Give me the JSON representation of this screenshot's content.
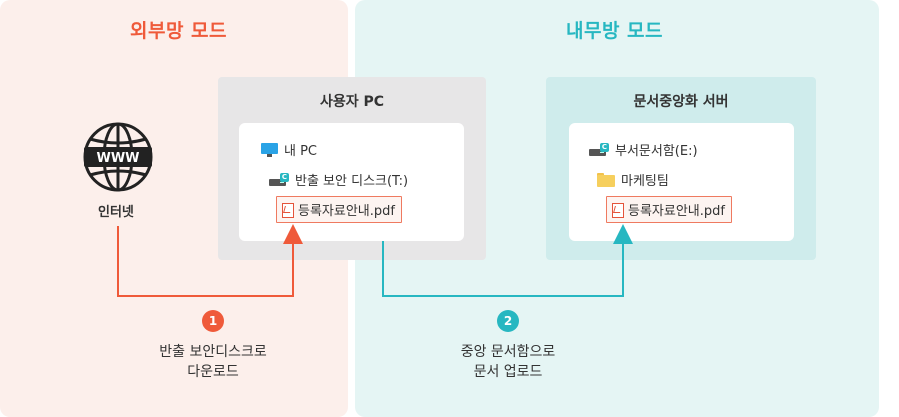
{
  "zones": {
    "external": {
      "title": "외부망 모드",
      "color": "#ef5a3a"
    },
    "internal": {
      "title": "내무방 모드",
      "color": "#27b7c1"
    }
  },
  "internet": {
    "label": "인터넷",
    "globe_text": "WWW"
  },
  "user_pc": {
    "title": "사용자 PC",
    "items": [
      {
        "icon": "monitor-icon",
        "label": "내 PC"
      },
      {
        "icon": "drive-icon",
        "label": "반출 보안 디스크(T:)"
      },
      {
        "icon": "pdf-icon",
        "label": "등록자료안내.pdf"
      }
    ]
  },
  "server": {
    "title": "문서중앙화 서버",
    "items": [
      {
        "icon": "drive-icon",
        "label": "부서문서함(E:)"
      },
      {
        "icon": "folder-icon",
        "label": "마케팅팀"
      },
      {
        "icon": "pdf-icon",
        "label": "등록자료안내.pdf"
      }
    ]
  },
  "steps": [
    {
      "number": "1",
      "line1": "반출 보안디스크로",
      "line2": "다운로드",
      "color": "#ef5a3a"
    },
    {
      "number": "2",
      "line1": "중앙 문서함으로",
      "line2": "문서 업로드",
      "color": "#27b7c1"
    }
  ],
  "drive_badge": "C"
}
